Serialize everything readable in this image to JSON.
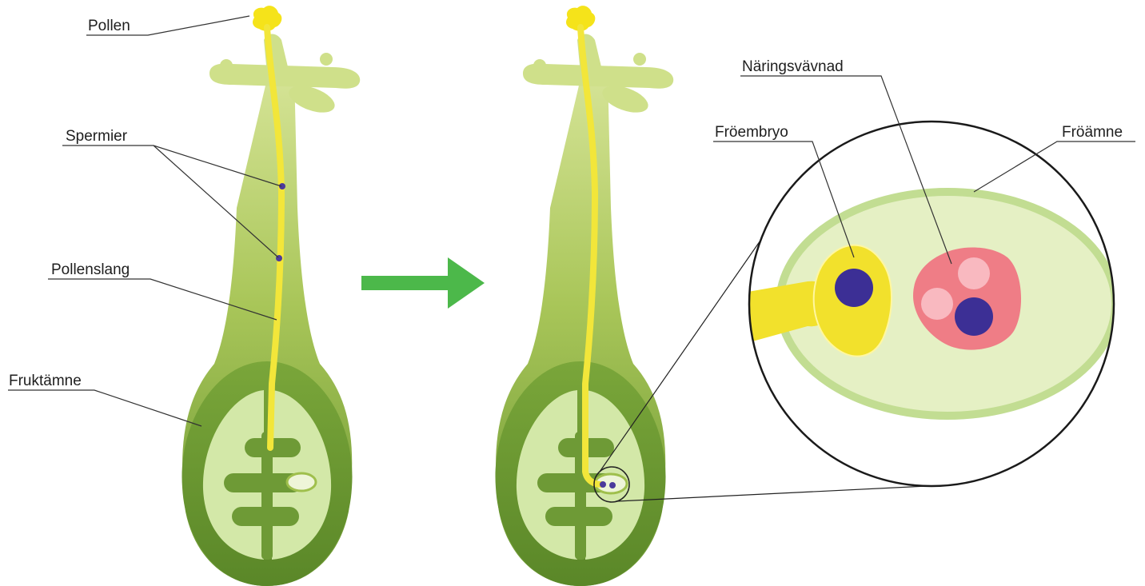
{
  "labels": {
    "pollen": "Pollen",
    "spermier": "Spermier",
    "pollenslang": "Pollenslang",
    "fruktamne": "Fruktämne",
    "naringsvavnad": "Näringsvävnad",
    "froembryo": "Fröembryo",
    "froamne": "Fröämne"
  },
  "colors": {
    "pistil_light": "#cfe08a",
    "pistil_mid": "#9fbf4c",
    "pistil_dark": "#5f8a2b",
    "ovary_inner": "#d3e8a8",
    "pollen_tube": "#f2e63a",
    "pollen_grain": "#f5e31a",
    "sperm": "#4b3a9c",
    "arrow": "#4cb84a",
    "seed_fill": "#e5f0c4",
    "seed_border": "#c2dd92",
    "embryo": "#f2e12c",
    "endosperm": "#ef7d86",
    "endosperm_spot": "#f9b9c0",
    "nucleus": "#3c2f95",
    "label_line": "#333333"
  }
}
